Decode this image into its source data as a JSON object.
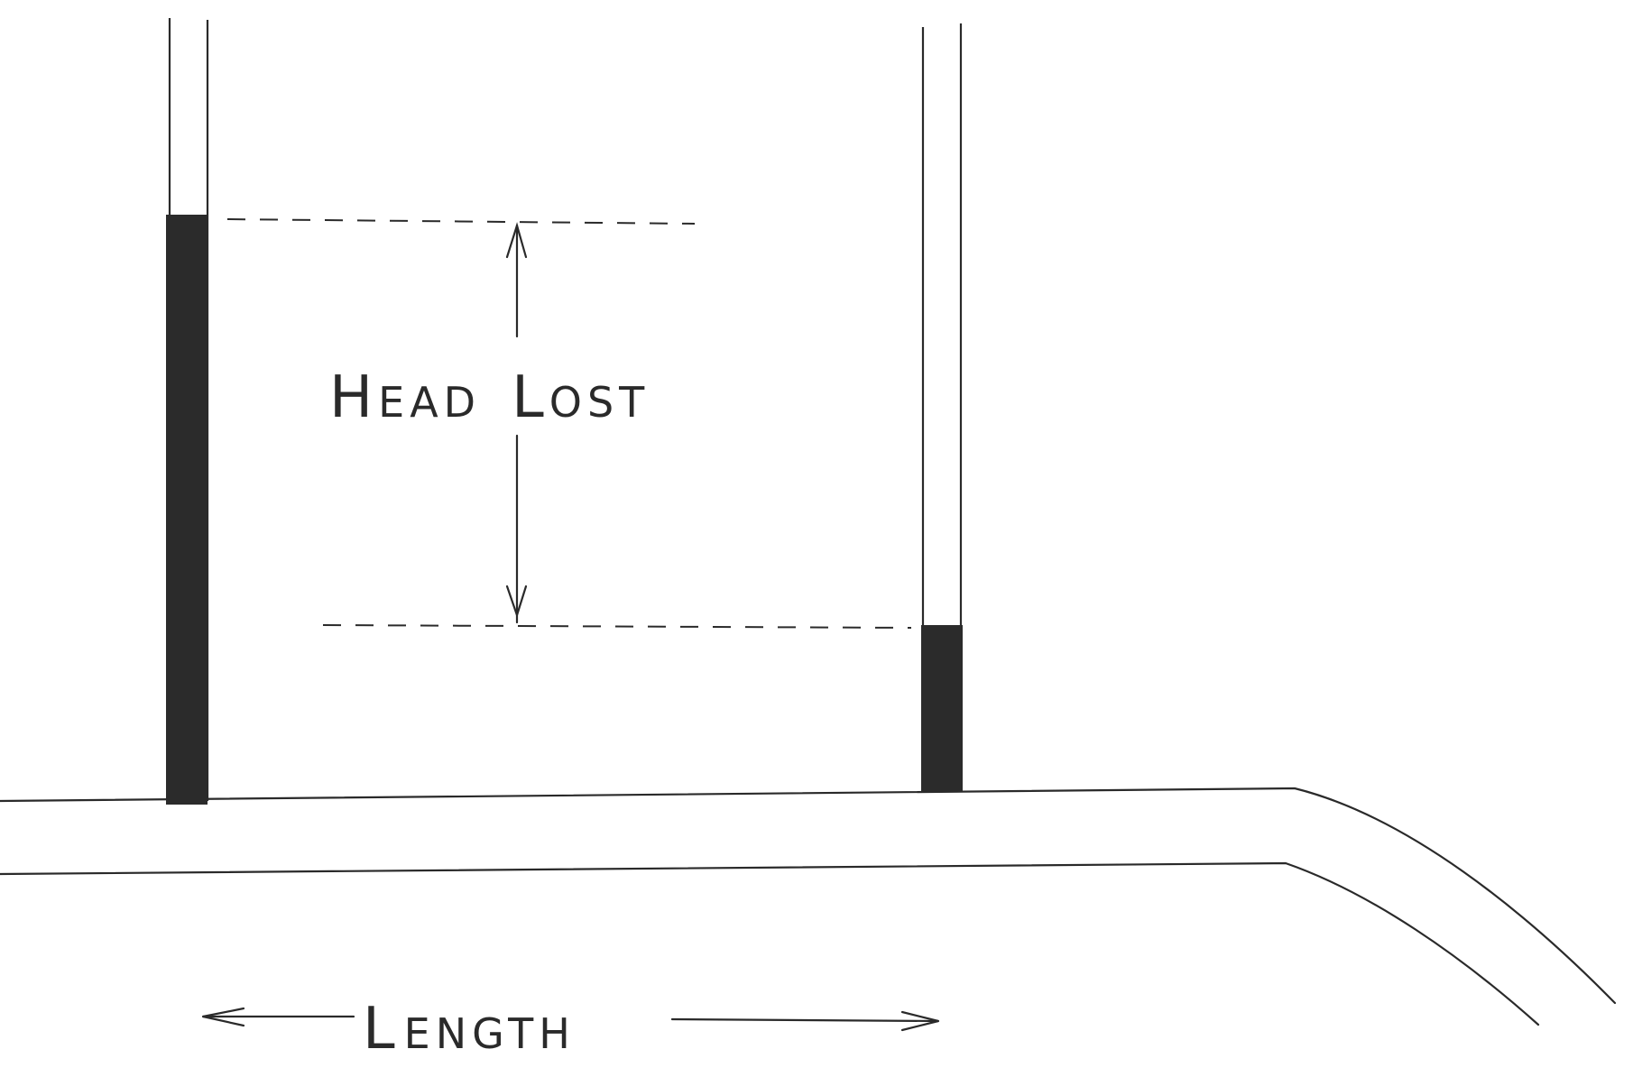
{
  "labels": {
    "head_lost_first": "H",
    "head_lost_rest": "EAD",
    "head_lost_second_first": "L",
    "head_lost_second_rest": "OST",
    "length_first": "L",
    "length_rest": "ENGTH"
  },
  "colors": {
    "ink": "#2a2a2a",
    "fill": "#2b2b2b",
    "paper": "#ffffff"
  }
}
